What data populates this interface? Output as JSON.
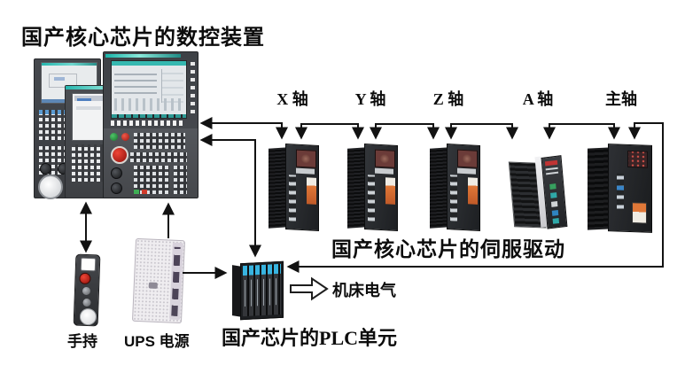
{
  "title": "国产核心芯片的数控装置",
  "axes": [
    {
      "label": "X 轴"
    },
    {
      "label": "Y 轴"
    },
    {
      "label": "Z 轴"
    },
    {
      "label": "A 轴"
    },
    {
      "label": "主轴"
    }
  ],
  "captions": {
    "servo": "国产核心芯片的伺服驱动",
    "plc": "国产芯片的PLC单元",
    "handheld": "手持",
    "ups": "UPS 电源",
    "machine_electric": "机床电气"
  },
  "colors": {
    "line": "#111111",
    "screen_teal": "#2fc4b2",
    "plc_module_blue": "#38b4e0",
    "alarm_orange": "#e07838",
    "estop_red": "#c8201a"
  }
}
